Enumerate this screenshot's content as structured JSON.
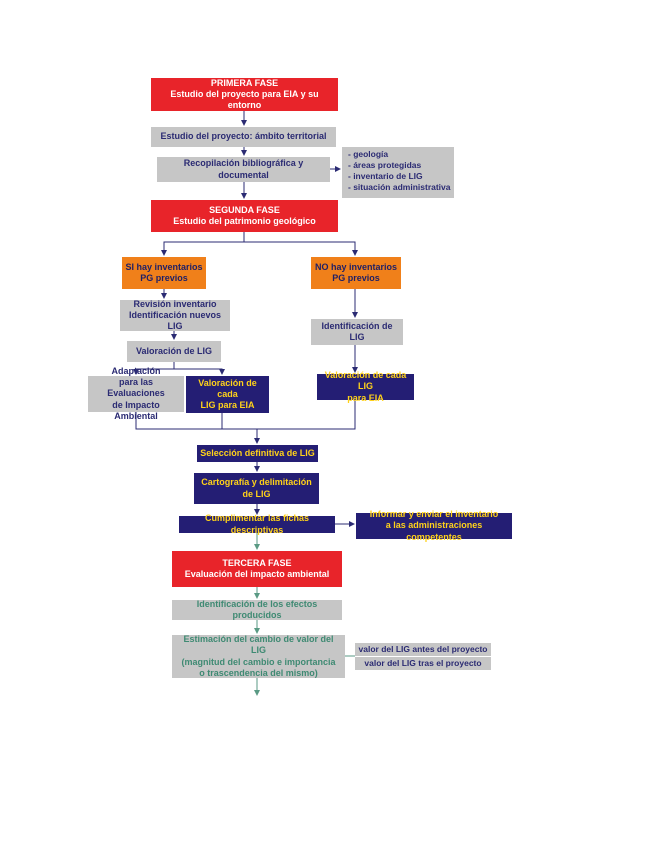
{
  "phase1": {
    "title": "PRIMERA FASE",
    "subtitle": "Estudio del proyecto para EIA y su entorno",
    "study": "Estudio del proyecto: ámbito territorial",
    "compilation": "Recopilación bibliográfica y documental",
    "sources": [
      "- geología",
      "- áreas protegidas",
      "- inventario de LIG",
      "- situación administrativa"
    ]
  },
  "phase2": {
    "title": "SEGUNDA FASE",
    "subtitle": "Estudio del patrimonio geológico",
    "yes_branch": {
      "line1": "SI hay inventarios",
      "line2": "PG previos"
    },
    "no_branch": {
      "line1": "NO hay inventarios",
      "line2": "PG previos"
    },
    "revision": {
      "line1": "Revisión inventario",
      "line2": "Identificación nuevos LIG"
    },
    "valuation_lig": "Valoración de LIG",
    "adaptation": {
      "line1": "Adaptación",
      "line2": "para las Evaluaciones",
      "line3": "de Impacto Ambiental"
    },
    "valuation_each_left": {
      "line1": "Valoración de cada",
      "line2": "LIG para EIA"
    },
    "identification_lig": "Identificación de LIG",
    "valuation_each_right": {
      "line1": "Valoración de cada LIG",
      "line2": "para EIA"
    },
    "final_selection": "Selección definitiva de LIG",
    "cartography": {
      "line1": "Cartografía y delimitación",
      "line2": "de LIG"
    },
    "fill_sheets": "Cumplimentar las fichas descriptivas",
    "inform": {
      "line1": "Informar y enviar el inventario",
      "line2": "a las administraciones competentes"
    }
  },
  "phase3": {
    "title": "TERCERA FASE",
    "subtitle": "Evaluación del impacto ambiental",
    "effects": "Identificación de los efectos producidos",
    "estimation": {
      "line1": "Estimación del cambio de valor del LIG",
      "line2": "(magnitud del cambio e importancia",
      "line3": "o trascendencia del mismo)"
    },
    "value_before": "valor del LIG antes del proyecto",
    "value_after": "valor del LIG tras el proyecto"
  },
  "colors": {
    "red": "#e8242a",
    "gray": "#c6c6c6",
    "orange": "#f0801a",
    "navy": "#241e74",
    "yellow_text": "#ffd21a",
    "navy_text": "#2b2b73",
    "green_text": "#3f8a73",
    "connector": "#2b2b73",
    "connector_green": "#5a9a84"
  }
}
